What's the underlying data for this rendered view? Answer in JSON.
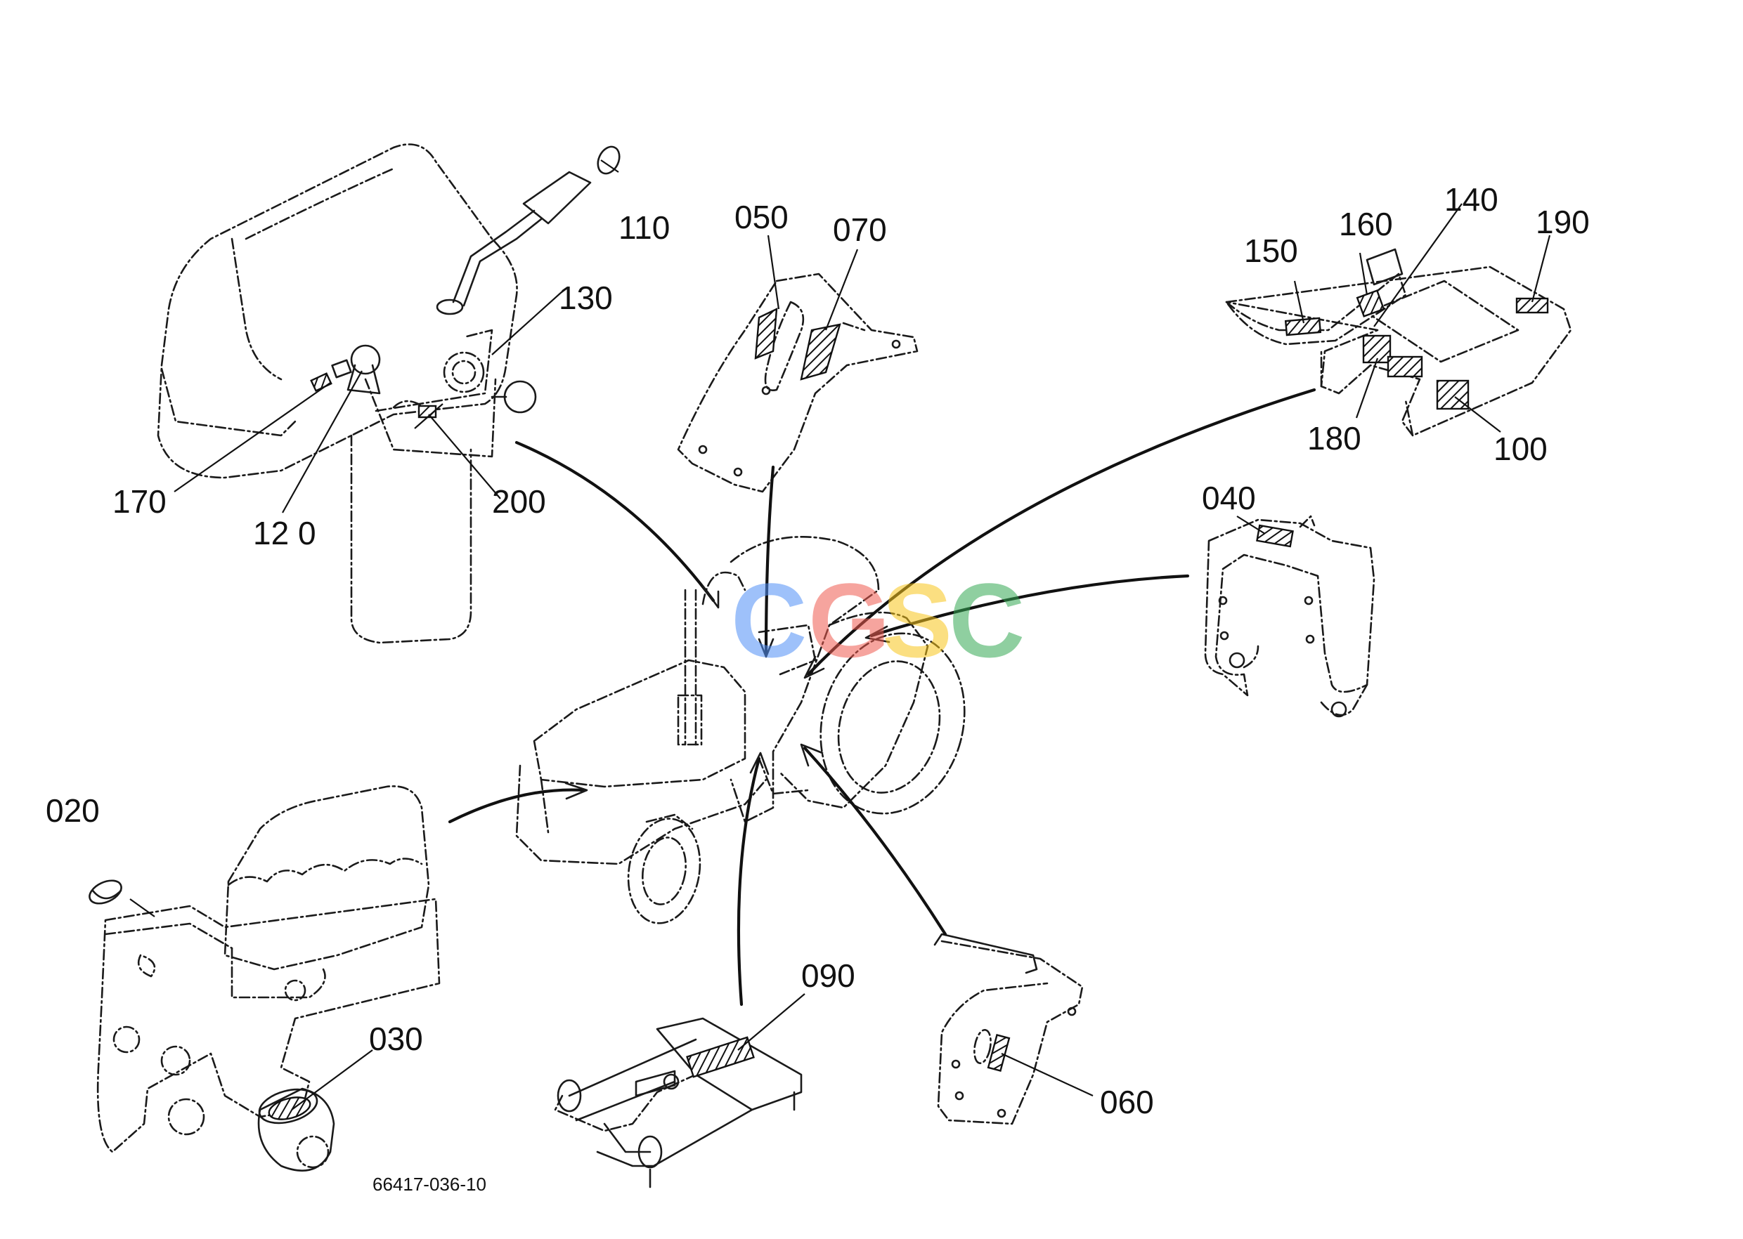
{
  "labels": {
    "p020": "020",
    "p030": "030",
    "p040": "040",
    "p050": "050",
    "p060": "060",
    "p070": "070",
    "p090": "090",
    "p100": "100",
    "p110": "110",
    "p120": "12 0",
    "p130": "130",
    "p140": "140",
    "p150": "150",
    "p160": "160",
    "p170": "170",
    "p180": "180",
    "p190": "190",
    "p200": "200"
  },
  "drawing_code": "66417-036-10",
  "watermark": {
    "letters": [
      "C",
      "G",
      "S",
      "C"
    ],
    "colors": [
      "#4f8ff7",
      "#f05b4f",
      "#f8c61b",
      "#34a853"
    ]
  }
}
